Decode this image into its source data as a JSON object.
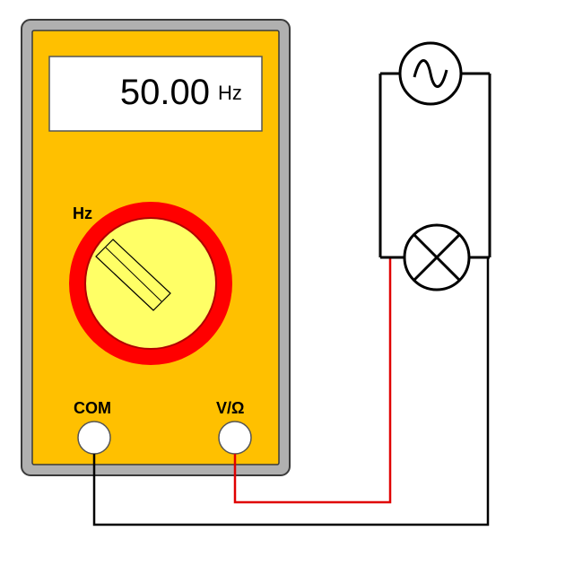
{
  "multimeter": {
    "display": {
      "reading": "50.00",
      "unit": "Hz"
    },
    "dial": {
      "mode_label": "Hz"
    },
    "ports": {
      "com_label": "COM",
      "volt_ohm_label": "V/Ω"
    }
  },
  "circuit": {
    "components": [
      "ac-source",
      "lamp"
    ]
  },
  "colors": {
    "meter_body": "#ffc000",
    "meter_frame": "#b0b0b0",
    "dial_ring": "#ff0000",
    "dial_face": "#ffff66",
    "probe_red": "#e00000",
    "probe_black": "#000000"
  }
}
